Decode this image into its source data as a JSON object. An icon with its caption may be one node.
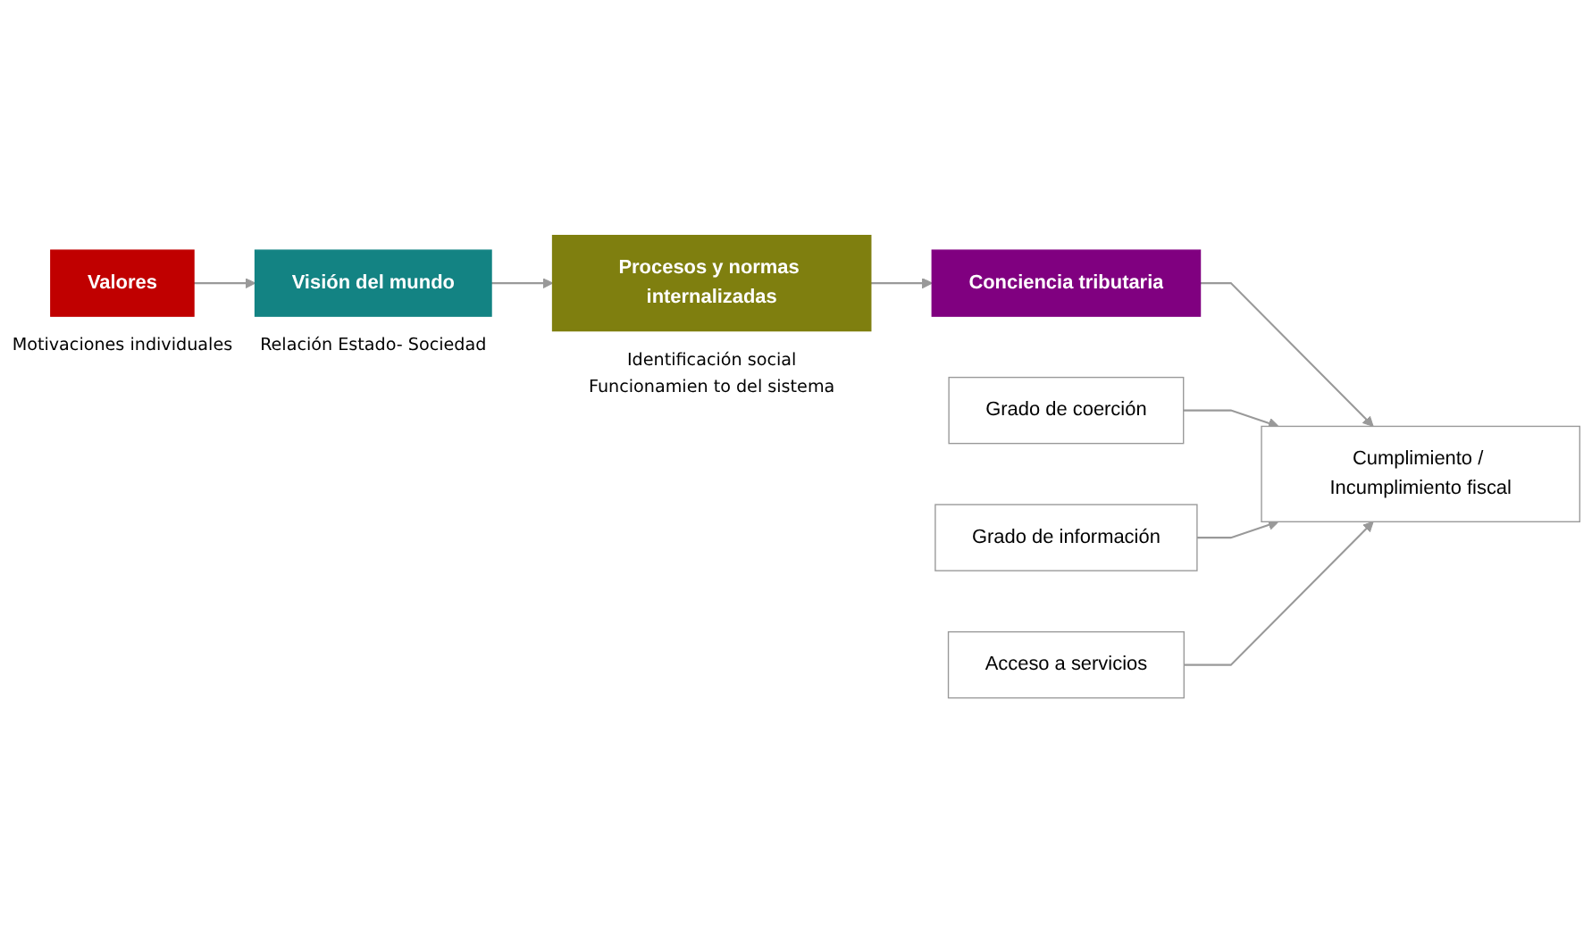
{
  "diagram": {
    "nodes": [
      {
        "text": [
          "Valores"
        ],
        "beside": [
          "Motivaciones individuales"
        ]
      },
      {
        "text": [
          "Visión del mundo"
        ],
        "beside": [
          "Relación Estado- Sociedad"
        ]
      },
      {
        "text": [
          "Procesos y normas internalizadas"
        ],
        "beside": [
          "Identificación social",
          "Funcionamien to del sistema"
        ]
      },
      {
        "text": [
          "Conciencia tributaria"
        ]
      },
      {
        "text": [
          "Grado de coerción"
        ]
      },
      {
        "text": [
          "Cumplimiento / Incumplimiento fiscal"
        ]
      },
      {
        "text": [
          "Grado de información"
        ]
      },
      {
        "text": [
          "Acceso a servicios"
        ]
      }
    ],
    "edges": [
      {
        "from": 0,
        "to": 1,
        "arrow": "to"
      },
      {
        "from": 1,
        "to": 2,
        "arrow": "to"
      },
      {
        "from": 2,
        "to": 3,
        "arrow": "to"
      },
      {
        "from": 3,
        "to": 5,
        "arrow": "to"
      },
      {
        "from": 4,
        "to": 5,
        "arrow": "to"
      },
      {
        "from": 6,
        "to": 5,
        "arrow": "to"
      },
      {
        "from": 7,
        "to": 5,
        "arrow": "to"
      }
    ]
  }
}
